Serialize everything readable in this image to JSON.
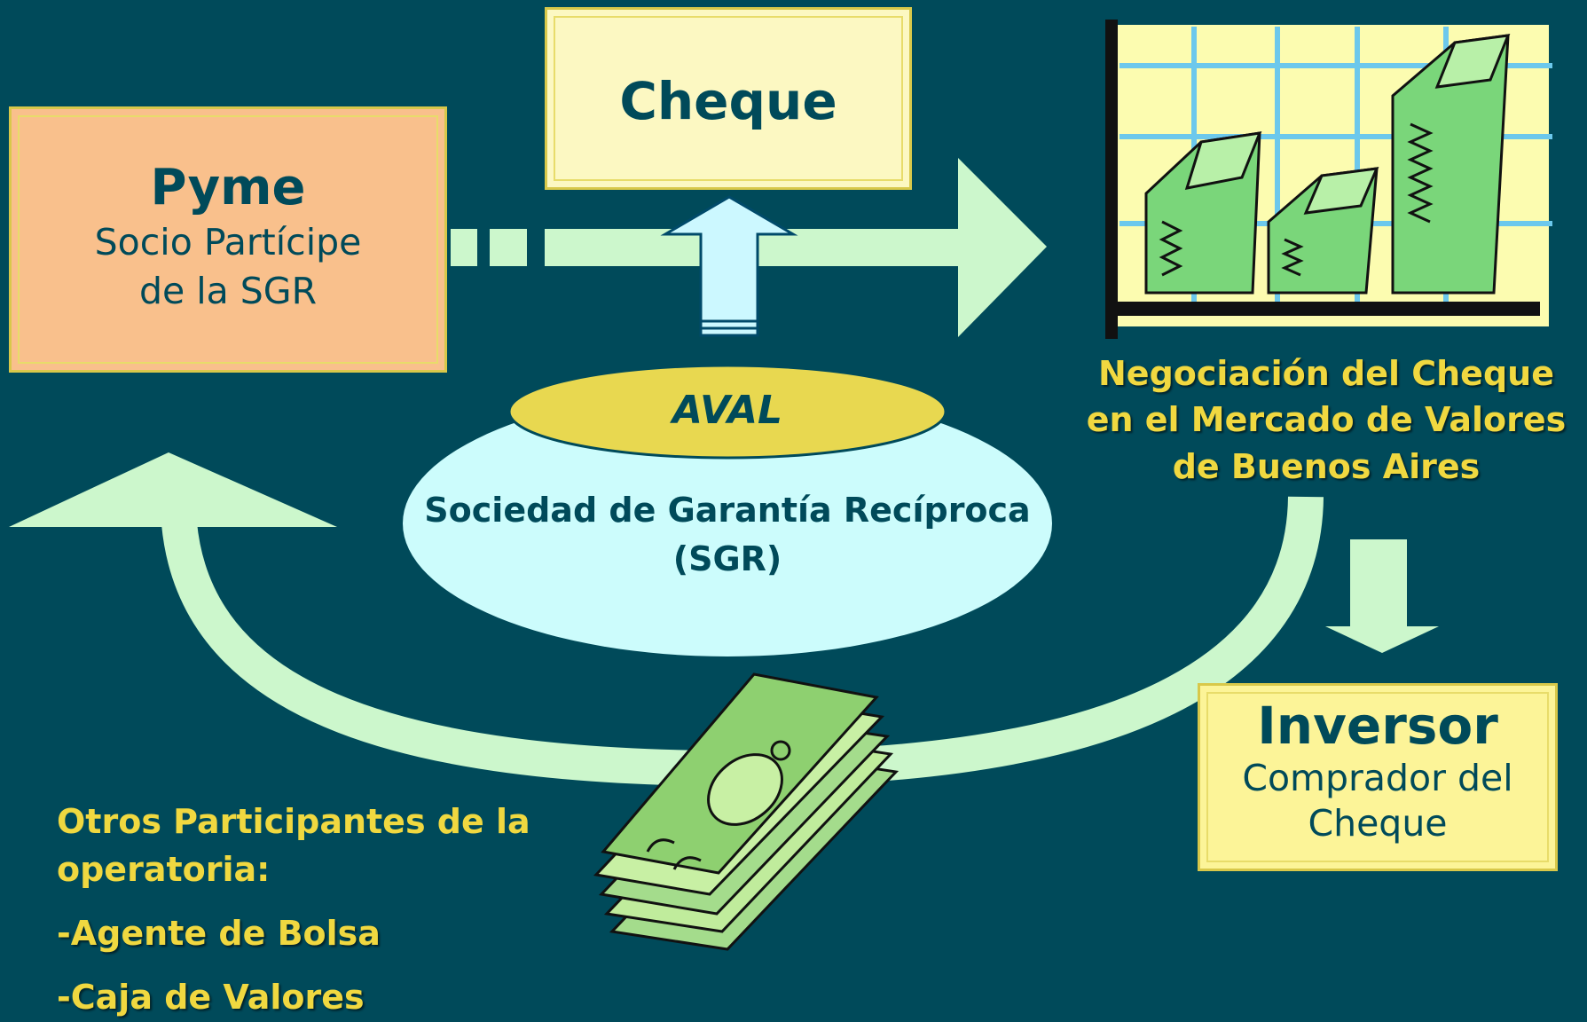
{
  "pyme": {
    "title": "Pyme",
    "line1": "Socio Partícipe",
    "line2": "de la SGR"
  },
  "cheque": {
    "label": "Cheque"
  },
  "negociacion": {
    "line1": "Negociación del Cheque",
    "line2": "en el Mercado de Valores",
    "line3": "de Buenos Aires"
  },
  "aval": {
    "label": "AVAL"
  },
  "sgr": {
    "line1": "Sociedad de Garantía Recíproca",
    "line2": "(SGR)"
  },
  "inversor": {
    "title": "Inversor",
    "line1": "Comprador del",
    "line2": "Cheque"
  },
  "otros": {
    "heading1": "Otros Participantes de la",
    "heading2": "operatoria:",
    "items": [
      "-Agente de Bolsa",
      "-Caja de Valores"
    ]
  },
  "icons": [
    "bar-chart-money-icon",
    "money-stack-icon"
  ],
  "colors": {
    "background": "#004a5a",
    "arrow": "#ccf7cc",
    "pyme_box": "#f9c08c",
    "cheque_box": "#fcf8c2",
    "inversor_box": "#fcf498",
    "sgr_ellipse": "#ccfcfc",
    "aval_ellipse": "#e8d850",
    "highlight_text": "#f0d840"
  }
}
